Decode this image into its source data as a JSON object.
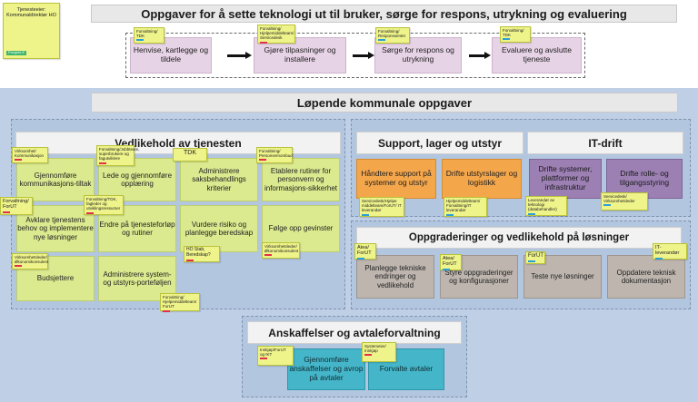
{
  "top": {
    "owner_note": "Tjenesteeier: Kommunaldirektør HO",
    "owner_small": "Prosjekt E",
    "title": "Oppgaver for å sette teknologi ut til bruker, sørge for respons, utrykning og evaluering",
    "steps": [
      {
        "label": "Henvise, kartlegge og tildele",
        "tag": "Forvaltning/ TDK"
      },
      {
        "label": "Gjøre tilpasninger og installere",
        "tag": "Forvaltning/ Hjelpemiddelteam/ Servicedesk"
      },
      {
        "label": "Sørge for respons og utrykning",
        "tag": "Forvaltning/ Responssenter"
      },
      {
        "label": "Evaluere og avslutte tjeneste",
        "tag": "Forvaltning/ TDK"
      }
    ]
  },
  "ongoing": {
    "title": "Løpende kommunale oppgaver",
    "maintenance": {
      "title": "Vedlikehold av tjenesten",
      "boxes": [
        "Gjennomføre kommunikasjons-tiltak",
        "Lede og gjennomføre opplæring",
        "Administrere saksbehandlings kriterier",
        "Etablere rutiner for personvern og informasjons-sikkerhet",
        "Avklare tjenestens behov og implementere nye løsninger",
        "Endre på tjenesteforløp og rutiner",
        "Vurdere risiko og planlegge beredskap",
        "Følge opp gevinster",
        "Budsjettere",
        "Administrere system- og utstyrs-porteføljen"
      ],
      "stickies": [
        "Virksomhet/ Kommunikasjon",
        "Forvaltning/Jobbteam, superbrukere og fagutviklere",
        "TDK",
        "Forvaltning/ Personvernombud",
        "Forvaltning/ ForUT",
        "Forvaltning/TDK, fagleder og utviklingsressurser",
        "HO Stab, Beredskap?",
        "Virksomhetsleder/ Økonomikonsulent",
        "Virksomhetsleder/ Økonomikonsulent",
        "Forvaltning/ Hjelpemiddelteam/ ForUT"
      ]
    },
    "support": {
      "title": "Support, lager og utstyr",
      "boxes": [
        "Håndtere support på systemer og utstyr",
        "Drifte utstyrslager og logistikk"
      ],
      "stickies": [
        "Servicedesk/Hjelpe middelteam/ForUT/ IT leverandør",
        "Hjelpemiddelteam/ Forvaltning/IT leverandør"
      ]
    },
    "itdrift": {
      "title": "IT-drift",
      "boxes": [
        "Drifte systemer, plattformer og infrastruktur",
        "Drifte rolle- og tilgangsstyring"
      ],
      "stickies": [
        "Leverandør av teknologi (databehandler)",
        "Servicedesk/ Virksomhetsleder"
      ]
    },
    "upgrades": {
      "title": "Oppgraderinger og vedlikehold på løsninger",
      "boxes": [
        "Planlegge tekniske endringer og vedlikehold",
        "Styre oppgraderinger og konfigurasjoner",
        "Teste nye løsninger",
        "Oppdatere teknisk dokumentasjon"
      ],
      "stickies": [
        "Atea/ ForUT",
        "Atea/ ForUT",
        "ForUT",
        "IT-leverandør"
      ]
    },
    "procurement": {
      "title": "Anskaffelser og avtaleforvaltning",
      "boxes": [
        "Gjennomføre anskaffelser og avrop på avtaler",
        "Forvalte avtaler"
      ],
      "stickies": [
        "Innkjøp/ForUT og IKT",
        "Systemeier/ Innkjøp"
      ]
    }
  },
  "colors": {
    "sticky": "#eef38a",
    "pink": "#e7d3e6",
    "green": "#dbe98f",
    "orange": "#f4a64b",
    "violet": "#9c7fb3",
    "grey": "#bdb5ae",
    "teal": "#45b6c9",
    "panel": "#bfd0e6"
  }
}
